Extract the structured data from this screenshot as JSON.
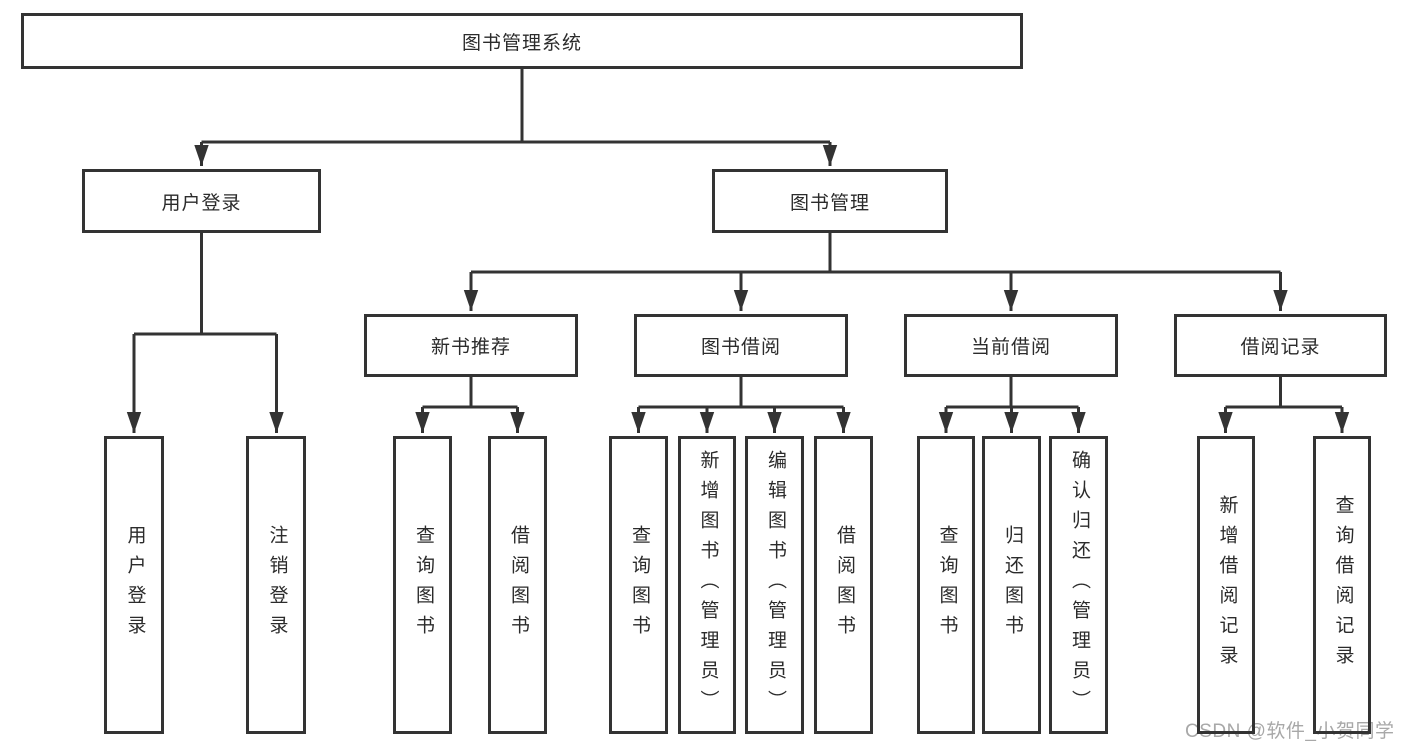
{
  "diagram": {
    "root": {
      "label": "图书管理系统"
    },
    "branches": {
      "user_login": {
        "label": "用户登录",
        "children": {
          "login": {
            "label": "用户登录"
          },
          "logout": {
            "label": "注销登录"
          }
        }
      },
      "book_mgmt": {
        "label": "图书管理",
        "children": {
          "new_books": {
            "label": "新书推荐",
            "children": {
              "query": {
                "label": "查询图书"
              },
              "borrow": {
                "label": "借阅图书"
              }
            }
          },
          "borrowing": {
            "label": "图书借阅",
            "children": {
              "query": {
                "label": "查询图书"
              },
              "add": {
                "label": "新增图书（管理员）"
              },
              "edit": {
                "label": "编辑图书（管理员）"
              },
              "borrow": {
                "label": "借阅图书"
              }
            }
          },
          "current": {
            "label": "当前借阅",
            "children": {
              "query": {
                "label": "查询图书"
              },
              "return": {
                "label": "归还图书"
              },
              "confirm": {
                "label": "确认归还（管理员）"
              }
            }
          },
          "records": {
            "label": "借阅记录",
            "children": {
              "add": {
                "label": "新增借阅记录"
              },
              "query": {
                "label": "查询借阅记录"
              }
            }
          }
        }
      }
    }
  },
  "watermark": {
    "text": "CSDN @软件_小贺同学"
  },
  "colors": {
    "line": "#333333",
    "box_border": "#333333",
    "text": "#2b2b2b",
    "watermark": "#a8a8a8",
    "background": "#ffffff"
  }
}
